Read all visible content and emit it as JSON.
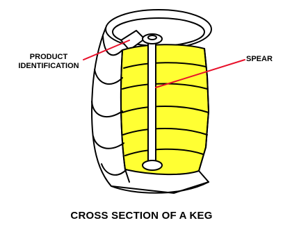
{
  "diagram": {
    "labels": {
      "product_line1": "PRODUCT",
      "product_line2": "IDENTIFICATION",
      "spear": "SPEAR"
    },
    "caption": "CROSS SECTION OF A KEG"
  },
  "colors": {
    "interior": "#ffff33",
    "leader_lines": "#e8102a",
    "outline": "#000000",
    "background": "#ffffff"
  }
}
